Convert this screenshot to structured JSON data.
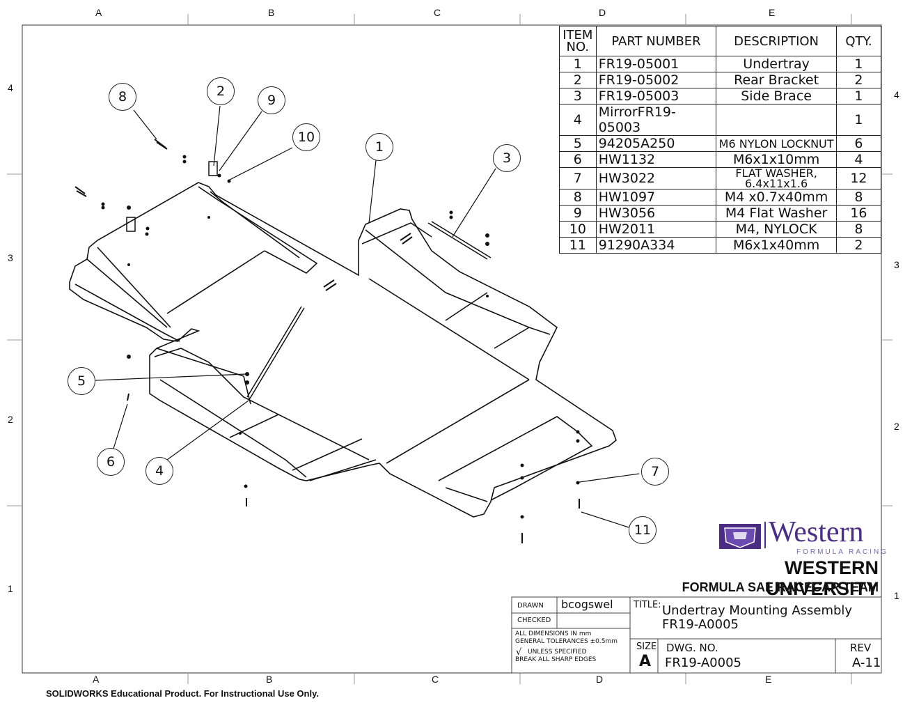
{
  "zones": {
    "top": [
      "A",
      "B",
      "C",
      "D",
      "E"
    ],
    "bottom": [
      "A",
      "B",
      "C",
      "D",
      "E"
    ],
    "left": [
      "4",
      "3",
      "2",
      "1"
    ],
    "right": [
      "4",
      "3",
      "2",
      "1"
    ]
  },
  "bom": {
    "headers": [
      "ITEM NO.",
      "PART NUMBER",
      "DESCRIPTION",
      "QTY."
    ],
    "rows": [
      {
        "item": "1",
        "part": "FR19-05001",
        "desc": "Undertray",
        "qty": "1"
      },
      {
        "item": "2",
        "part": "FR19-05002",
        "desc": "Rear Bracket",
        "qty": "2"
      },
      {
        "item": "3",
        "part": "FR19-05003",
        "desc": "Side Brace",
        "qty": "1"
      },
      {
        "item": "4",
        "part": "MirrorFR19-05003",
        "desc": "",
        "qty": "1"
      },
      {
        "item": "5",
        "part": "94205A250",
        "desc": "M6 NYLON LOCKNUT",
        "qty": "6"
      },
      {
        "item": "6",
        "part": "HW1132",
        "desc": "M6x1x10mm",
        "qty": "4"
      },
      {
        "item": "7",
        "part": "HW3022",
        "desc": "FLAT WASHER, 6.4x11x1.6",
        "qty": "12"
      },
      {
        "item": "8",
        "part": "HW1097",
        "desc": "M4 x0.7x40mm",
        "qty": "8"
      },
      {
        "item": "9",
        "part": "HW3056",
        "desc": "M4 Flat Washer",
        "qty": "16"
      },
      {
        "item": "10",
        "part": "HW2011",
        "desc": "M4, NYLOCK",
        "qty": "8"
      },
      {
        "item": "11",
        "part": "91290A334",
        "desc": "M6x1x40mm",
        "qty": "2"
      }
    ]
  },
  "balloons": [
    "8",
    "2",
    "9",
    "10",
    "1",
    "3",
    "5",
    "6",
    "4",
    "7",
    "11"
  ],
  "logo": {
    "word": "Western",
    "subtitle": "FORMULA RACING"
  },
  "team": {
    "line1": "WESTERN UNIVERSITY",
    "line2": "FORMULA SAE RACECAR TEAM"
  },
  "title_block": {
    "drawn_label": "DRAWN",
    "drawn_value": "bcogswel",
    "checked_label": "CHECKED",
    "notes": [
      "ALL DIMENSIONS IN mm",
      "GENERAL TOLERANCES ±0.5mm",
      "UNLESS SPECIFIED",
      "BREAK ALL SHARP EDGES"
    ],
    "title_label": "TITLE:",
    "title_line1": "Undertray Mounting Assembly",
    "title_line2": "FR19-A0005",
    "size_label": "SIZE",
    "size_value": "A",
    "dwg_label": "DWG.  NO.",
    "dwg_value": "FR19-A0005",
    "rev_label": "REV",
    "rev_value": "A-11"
  },
  "footer": "SOLIDWORKS Educational Product. For Instructional Use Only."
}
